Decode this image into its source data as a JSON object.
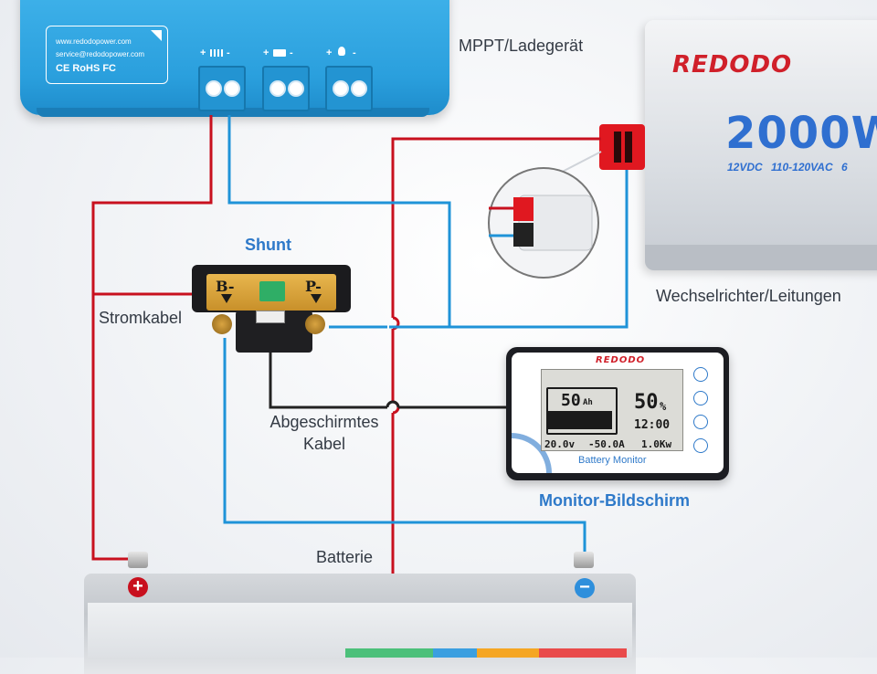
{
  "mppt": {
    "website": "www.redodopower.com",
    "email": "service@redodopower.com",
    "certifications": "CE RoHS FC",
    "terminals": [
      {
        "plus": "+",
        "icon": "solar-panel-icon",
        "minus": "-"
      },
      {
        "plus": "+",
        "icon": "battery-icon",
        "minus": "-"
      },
      {
        "plus": "+",
        "icon": "lightbulb-icon",
        "minus": "-"
      }
    ]
  },
  "labels": {
    "mppt": "MPPT/Ladegerät",
    "inverter": "Wechselrichter/Leitungen",
    "shunt": "Shunt",
    "power_cable": "Stromkabel",
    "shielded_cable_line1": "Abgeschirmtes",
    "shielded_cable_line2": "Kabel",
    "monitor": "Monitor-Bildschirm",
    "battery": "Batterie"
  },
  "inverter": {
    "brand": "REDODO",
    "watts": "2000W",
    "spec": "12VDC 110-120VAC 6"
  },
  "shunt": {
    "b_minus": "B-",
    "p_minus": "P-"
  },
  "monitor": {
    "brand": "REDODO",
    "capacity": "50",
    "capacity_unit": "Ah",
    "percent": "50",
    "percent_unit": "%",
    "time": "12:00",
    "voltage": "20.0v",
    "current": "-50.0A",
    "power": "1.0Kw",
    "caption": "Battery Monitor"
  },
  "battery": {
    "positive": "+",
    "negative": "−"
  },
  "colors": {
    "positive_wire": "#c8101e",
    "negative_wire": "#1f93d8",
    "signal_wire": "#222222",
    "accent_blue": "#2e79c9",
    "mppt_blue": "#2aa0de"
  }
}
